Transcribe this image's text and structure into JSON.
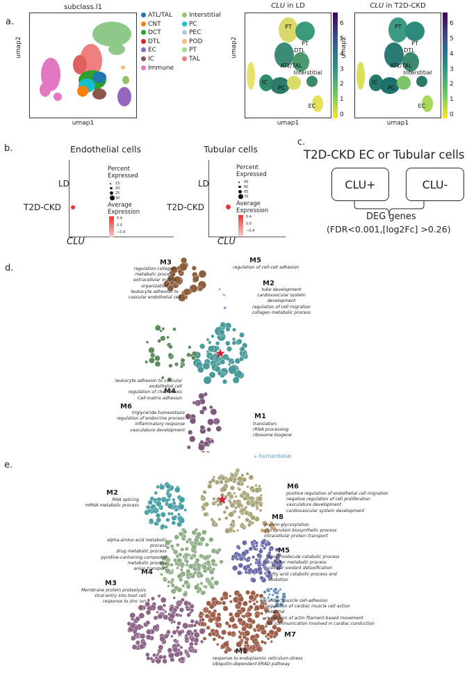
{
  "panel_a": {
    "label": "a.",
    "umap1": {
      "title": "subclass.l1",
      "xlabel": "umap1",
      "ylabel": "umap2",
      "legend_col1": [
        {
          "name": "ATL/TAL",
          "color": "#1f77b4"
        },
        {
          "name": "CNT",
          "color": "#ff7f0e"
        },
        {
          "name": "DCT",
          "color": "#2ca02c"
        },
        {
          "name": "DTL",
          "color": "#d62728"
        },
        {
          "name": "EC",
          "color": "#9467bd"
        },
        {
          "name": "IC",
          "color": "#8c564b"
        },
        {
          "name": "Immune",
          "color": "#e377c2"
        }
      ],
      "legend_col2": [
        {
          "name": "Interstitial",
          "color": "#98c36b"
        },
        {
          "name": "PC",
          "color": "#17becf"
        },
        {
          "name": "PEC",
          "color": "#aec7e8"
        },
        {
          "name": "POD",
          "color": "#ffbb78"
        },
        {
          "name": "PT",
          "color": "#98df8a"
        },
        {
          "name": "TAL",
          "color": "#f08080"
        }
      ]
    },
    "umap2": {
      "title_italic": "CLU",
      "title_rest": " in LD",
      "xlabel": "umap1",
      "ylabel": "umap2",
      "cluster_labels": [
        "PT",
        "PT",
        "DTL",
        "ATL/TAL",
        "Interstitial",
        "IC",
        "PC",
        "EC"
      ]
    },
    "umap3": {
      "title_italic": "CLU",
      "title_rest": " in T2D-CKD",
      "xlabel": "umap1",
      "ylabel": "umap2",
      "cluster_labels": [
        "PT",
        "PT",
        "DTL",
        "ATL/TAL",
        "Interstitial",
        "IC",
        "PC",
        "EC"
      ]
    },
    "colorbar_ticks": [
      "0",
      "1",
      "2",
      "3",
      "4",
      "5",
      "6"
    ]
  },
  "panel_b": {
    "label": "b.",
    "plots": [
      {
        "title": "Endothelial cells",
        "rows": [
          "LD",
          "T2D-CKD"
        ],
        "xlabel": "CLU",
        "pct_title": "Percent\nExpressed",
        "pct_values": [
          "15",
          "20",
          "25",
          "30"
        ],
        "avg_title": "Average\nExpression",
        "avg_ticks": [
          "0.4",
          "0.0",
          "−0.4"
        ]
      },
      {
        "title": "Tubular cells",
        "rows": [
          "LD",
          "T2D-CKD"
        ],
        "xlabel": "CLU",
        "pct_title": "Percent\nExpressed",
        "pct_values": [
          "55",
          "60",
          "65",
          "70"
        ],
        "avg_title": "Average\nExpression",
        "avg_ticks": [
          "0.4",
          "0.0",
          "−0.4"
        ]
      }
    ]
  },
  "panel_c": {
    "label": "c.",
    "title": "T2D-CKD EC or Tubular cells",
    "box_left": "CLU+",
    "box_right": "CLU-",
    "result": "DEG genes",
    "criteria": "(FDR<0.001,[log2Fc] >0.26)"
  },
  "panel_d": {
    "label": "d.",
    "modules": [
      {
        "id": "M3",
        "terms": [
          "regulation collagen",
          "metabolic process",
          "extracellular matrix",
          "organization",
          "leukocyte adhesion to",
          "vascular endothelial cell"
        ],
        "color": "#8b5e3c"
      },
      {
        "id": "M5",
        "terms": [
          "regulation of cell-cell adhesion"
        ],
        "color": "#a99bd6"
      },
      {
        "id": "M2",
        "terms": [
          "tube development",
          "cardiovascular system",
          "development",
          "regulation of cell migration",
          "collagen metabolic process"
        ],
        "color": "#4a9a9a"
      },
      {
        "id": "M4",
        "terms": [
          "leukocyte adhesion to vascular",
          "endothelial cell",
          "regulation of chemotaxis",
          "Cell-matrix adhesion"
        ],
        "color": "#5e8a5e"
      },
      {
        "id": "M6",
        "terms": [
          "triglyceride homeostasis",
          "regulation of endocrine process",
          "inflammatory response",
          "vasculature development"
        ],
        "color": "#8a6a4a"
      },
      {
        "id": "M1",
        "terms": [
          "translation;",
          "rRNA processing",
          "ribosome biogene"
        ],
        "color": "#7d5a7d"
      }
    ],
    "brand": "humanbase"
  },
  "panel_e": {
    "label": "e.",
    "modules": [
      {
        "id": "M2",
        "terms": [
          "RNA splicing",
          "mRNA metabolic process"
        ],
        "color": "#4a9fa5"
      },
      {
        "id": "M6",
        "terms": [
          "positive regulation of endothelial cell migration",
          "negative regulation of cell proliferation",
          "vasculature development",
          "cardiovascular system development"
        ],
        "color": "#a9a37a"
      },
      {
        "id": "M8",
        "terms": [
          "protein glycosylation",
          "glycoprotein biosynthetic process",
          "intracellular protein transport"
        ],
        "color": "#c9a06e"
      },
      {
        "id": "M4",
        "terms": [
          "alpha-amino acid metabolic process",
          "drug metabolic process",
          "pyridine-containing compound",
          "metabolic process",
          "anion transport"
        ],
        "color": "#8fae88"
      },
      {
        "id": "M5",
        "terms": [
          "small molecule catabolic process",
          "cofactor metabolic process",
          "cellular oxidant detoxification",
          "fatty acid catabolic process and",
          "oxidation"
        ],
        "color": "#6a6aa8"
      },
      {
        "id": "M3",
        "terms": [
          "Membrane protein proteolysis",
          "Viral entry into host cell",
          "response to zinc ion"
        ],
        "color": "#8d6687"
      },
      {
        "id": "M7",
        "terms": [
          "cardiac muscle cell-adhesion",
          "regulation of cardiac muscle cell action",
          "potential",
          "regulation of actin filament-based movement",
          "cell communication involved in cardiac conduction"
        ],
        "color": "#5d8bb4"
      },
      {
        "id": "M1",
        "terms": [
          "response to endoplasmic reticulum stress",
          "Ubiquitin-dependent ERAD pathway"
        ],
        "color": "#9d5e4a"
      }
    ]
  }
}
